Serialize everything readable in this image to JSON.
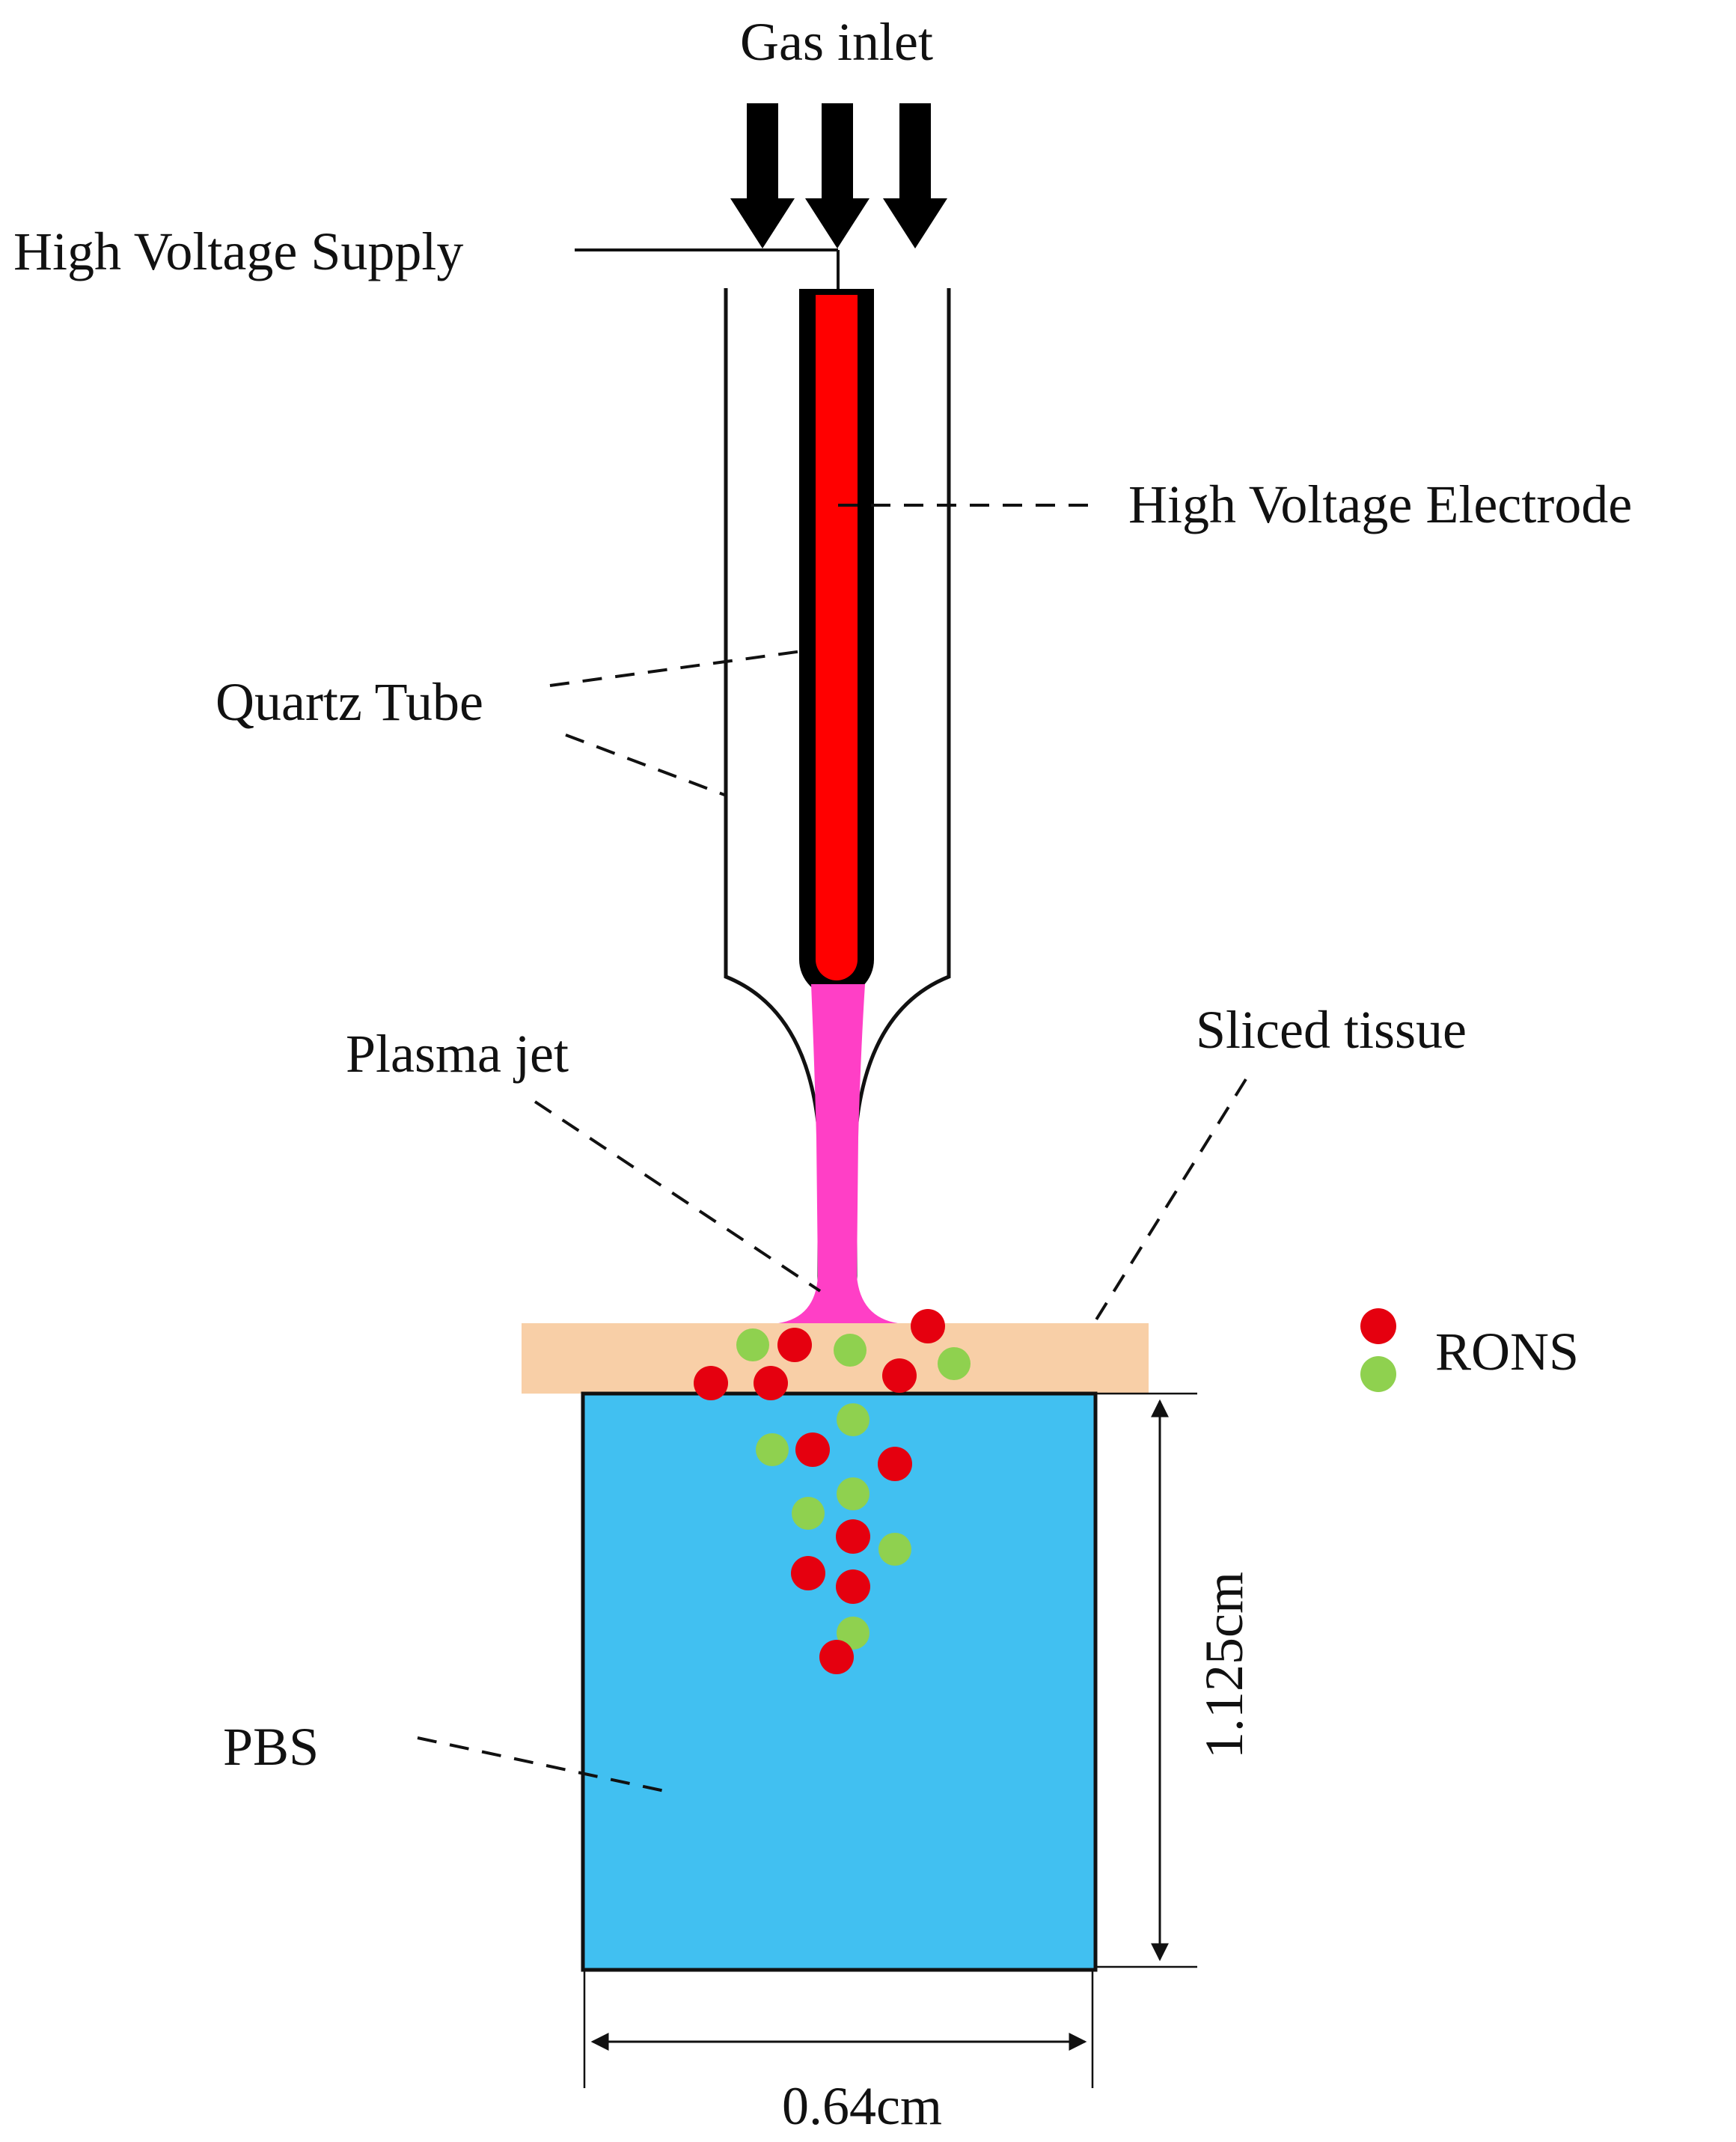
{
  "labels": {
    "gas_inlet": "Gas inlet",
    "high_voltage_supply": "High Voltage Supply",
    "high_voltage_electrode": "High Voltage Electrode",
    "quartz_tube": "Quartz Tube",
    "plasma_jet": "Plasma jet",
    "sliced_tissue": "Sliced tissue",
    "rons": "RONS",
    "pbs": "PBS",
    "height_dimension": "1.125cm",
    "width_dimension": "0.64cm"
  },
  "colors": {
    "electrode": "#ff0000",
    "electrode_sheath": "#000000",
    "plasma_jet": "#ff3fc6",
    "tissue": "#f8cfa7",
    "pbs": "#41c0f1",
    "rons_red": "#e5000f",
    "rons_green": "#8fd14f"
  },
  "legend": {
    "items": [
      {
        "color_key": "rons_red",
        "icon": "red-dot-icon"
      },
      {
        "color_key": "rons_green",
        "icon": "green-dot-icon"
      }
    ]
  }
}
